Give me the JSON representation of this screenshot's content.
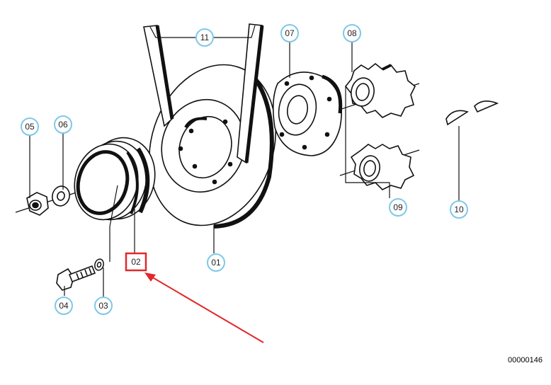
{
  "callouts": [
    {
      "id": "01",
      "label": "01"
    },
    {
      "id": "02",
      "label": "02"
    },
    {
      "id": "03",
      "label": "03"
    },
    {
      "id": "04",
      "label": "04"
    },
    {
      "id": "05",
      "label": "05"
    },
    {
      "id": "06",
      "label": "06"
    },
    {
      "id": "07",
      "label": "07"
    },
    {
      "id": "08",
      "label": "08"
    },
    {
      "id": "09",
      "label": "09"
    },
    {
      "id": "10",
      "label": "10"
    },
    {
      "id": "11",
      "label": "11"
    }
  ],
  "highlighted_callout": "02",
  "reference_number": "00000146",
  "colors": {
    "callout_ring": "#7ec8e8",
    "highlight_box": "#e0282a",
    "arrow": "#e0282a",
    "line_art": "#111111"
  }
}
